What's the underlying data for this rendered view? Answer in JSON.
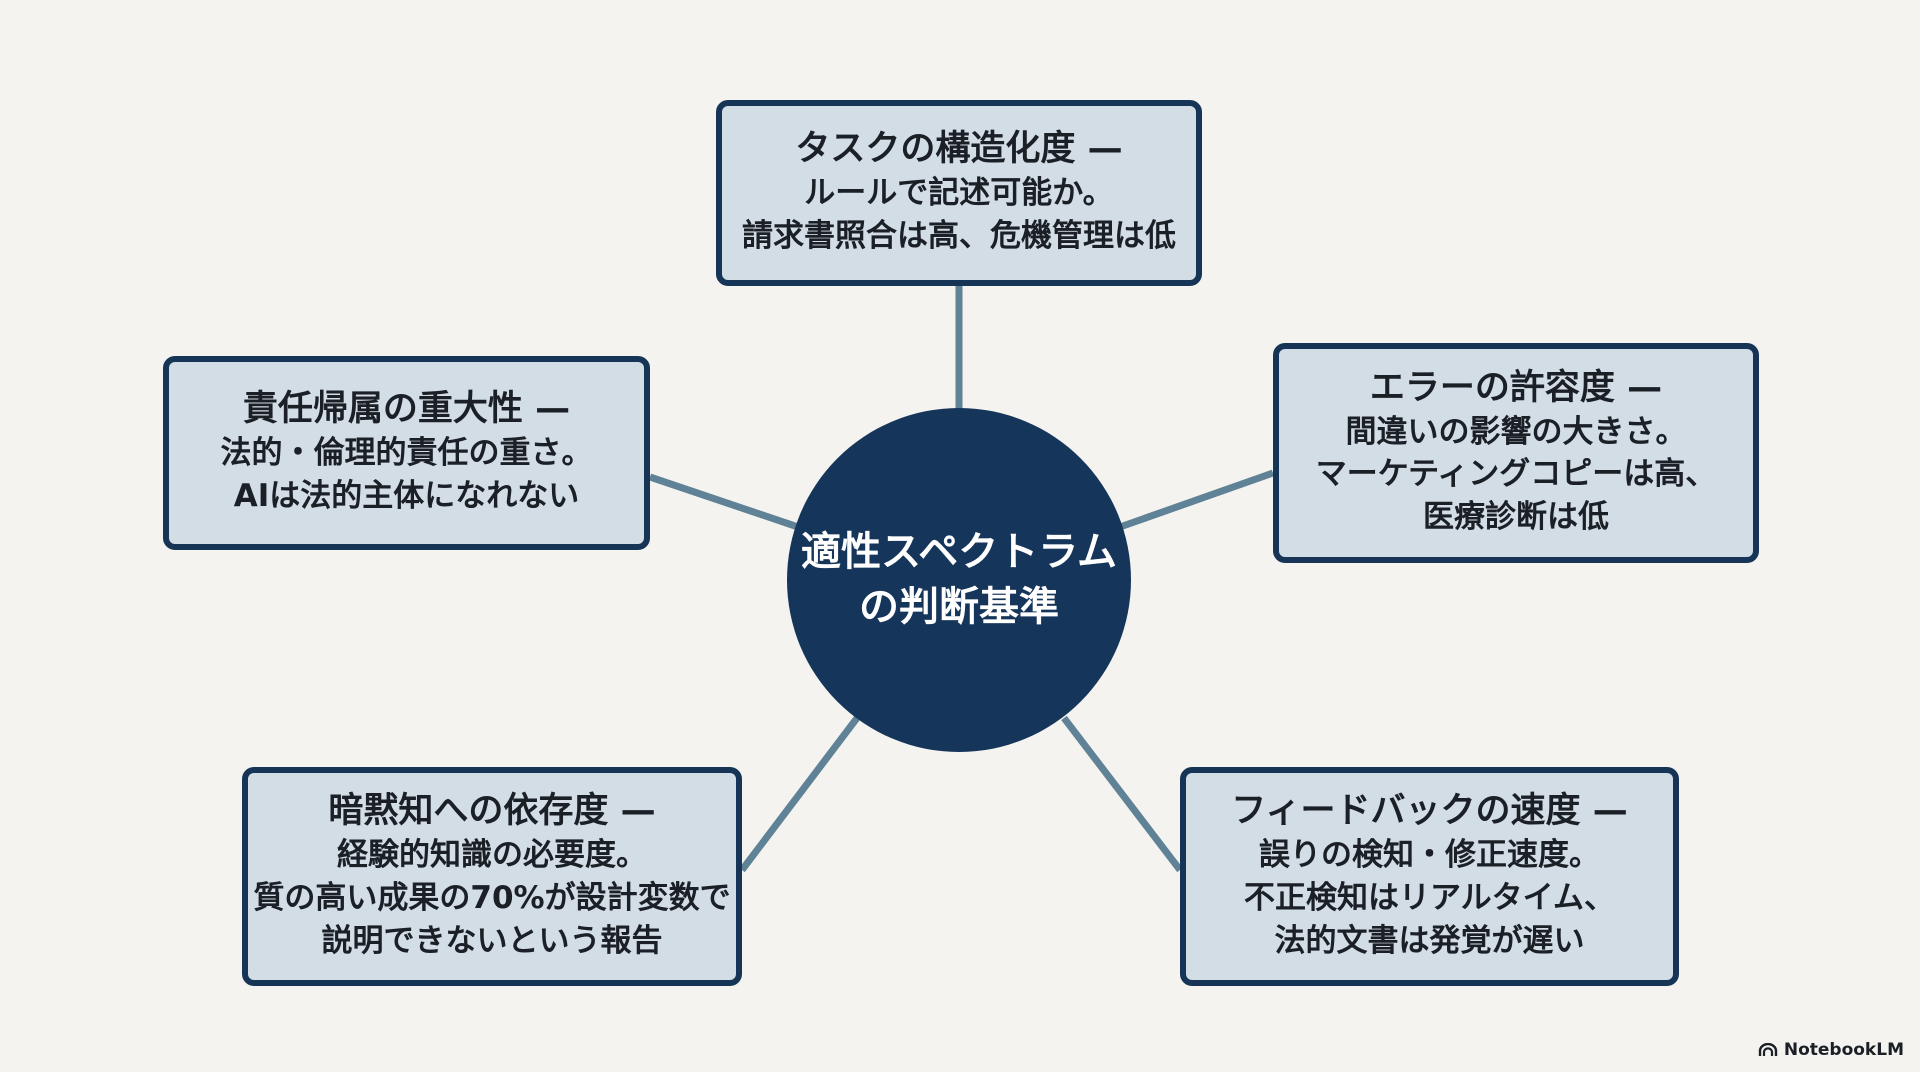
{
  "center": {
    "lines": [
      "適性スペクトラム",
      "の判断基準"
    ]
  },
  "nodes": {
    "top": {
      "title": "タスクの構造化度 —",
      "lines": [
        "ルールで記述可能か。",
        "請求書照合は高、危機管理は低"
      ]
    },
    "left": {
      "title": "責任帰属の重大性 —",
      "lines": [
        "法的・倫理的責任の重さ。",
        "AIは法的主体になれない"
      ]
    },
    "right": {
      "title": "エラーの許容度 —",
      "lines": [
        "間違いの影響の大きさ。",
        "マーケティングコピーは高、",
        "医療診断は低"
      ]
    },
    "bottom_left": {
      "title": "暗黙知への依存度 —",
      "lines": [
        "経験的知識の必要度。",
        "質の高い成果の70%が設計変数で",
        "説明できないという報告"
      ]
    },
    "bottom_right": {
      "title": "フィードバックの速度 —",
      "lines": [
        "誤りの検知・修正速度。",
        "不正検知はリアルタイム、",
        "法的文書は発覚が遅い"
      ]
    }
  },
  "brand": {
    "label": "NotebookLM",
    "icon": "notebooklm-logo-icon"
  },
  "colors": {
    "background": "#f4f3ef",
    "node_fill": "#d3dde5",
    "node_border": "#163455",
    "center_fill": "#15355a",
    "connector": "#5f8296"
  }
}
